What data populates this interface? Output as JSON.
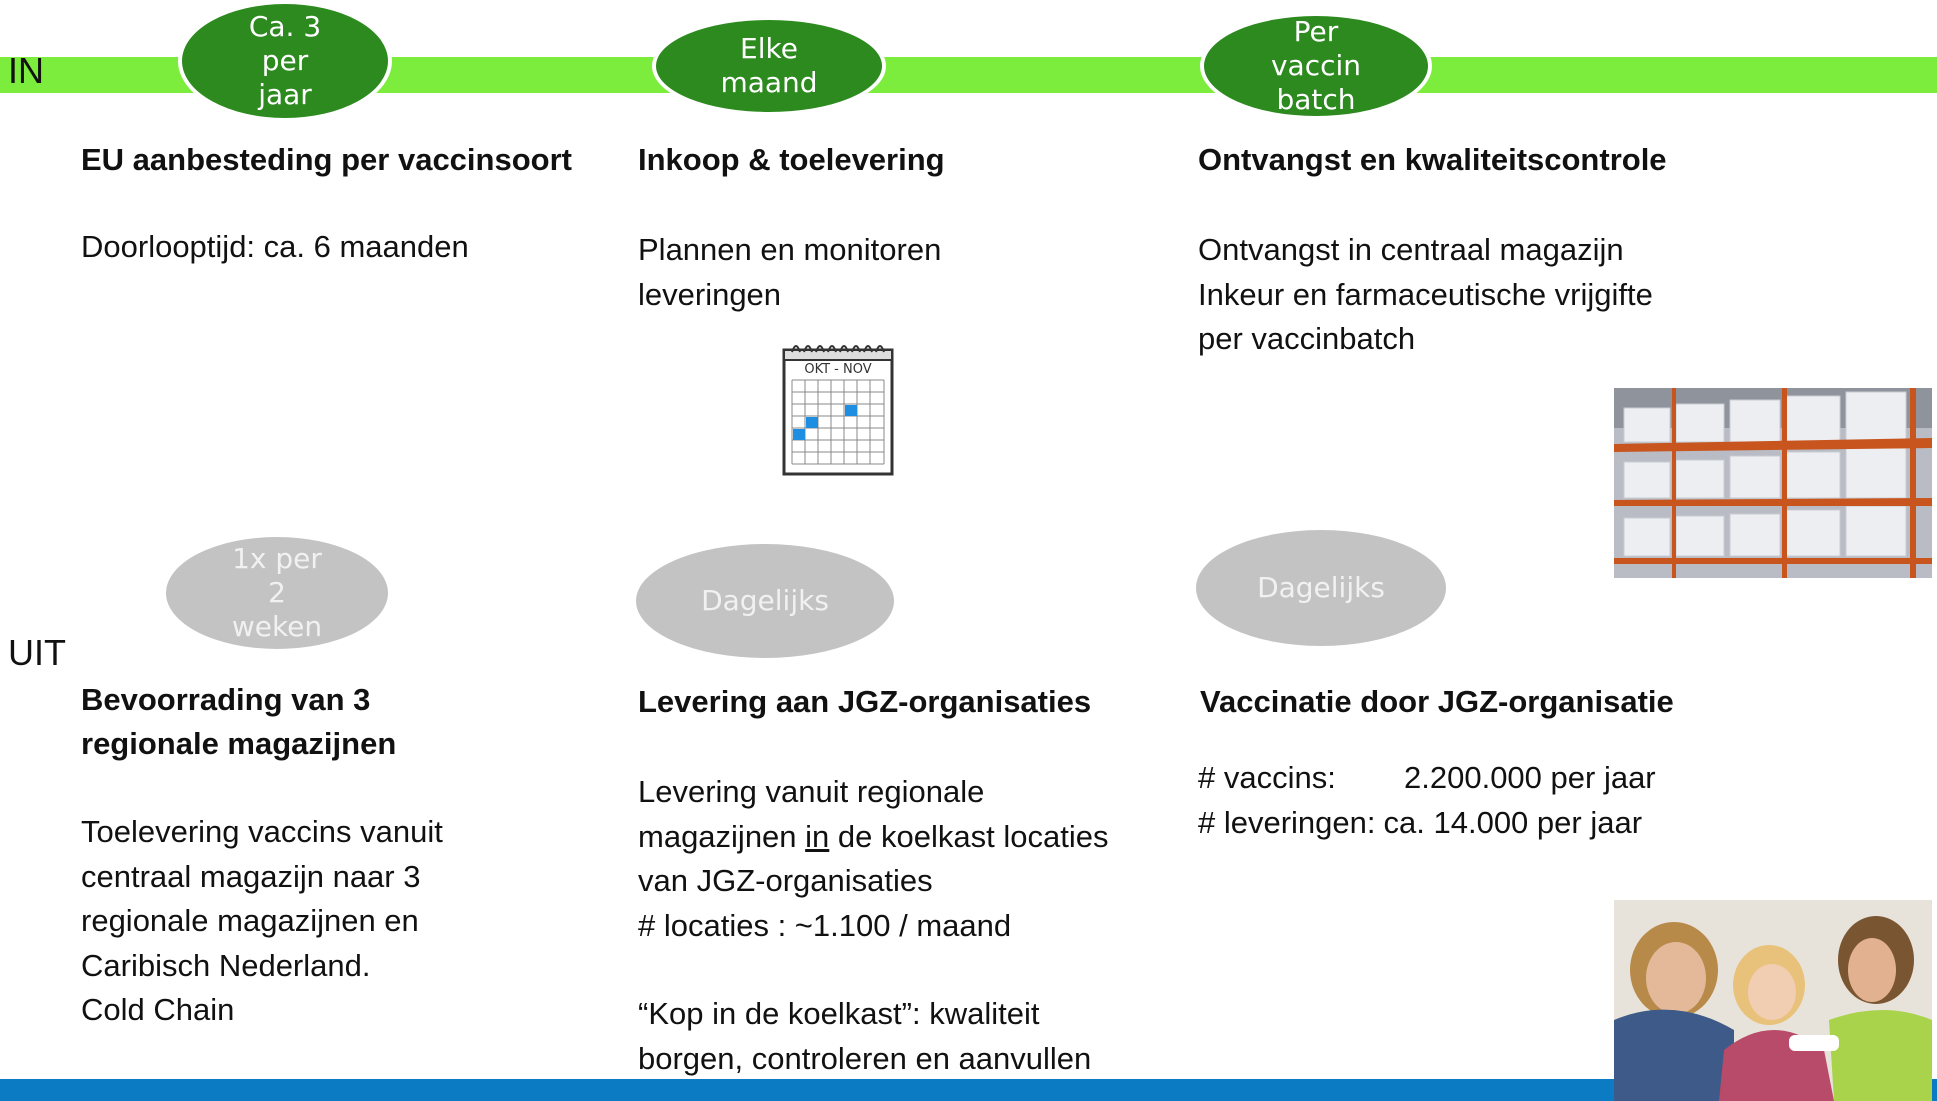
{
  "labels": {
    "in": "IN",
    "uit": "UIT"
  },
  "frequencies_in": [
    {
      "lines": [
        "Ca. 3",
        "per",
        "jaar"
      ]
    },
    {
      "lines": [
        "Elke",
        "maand"
      ]
    },
    {
      "lines": [
        "Per",
        "vaccin",
        "batch"
      ]
    }
  ],
  "frequencies_uit": [
    {
      "lines": [
        "1x per",
        "2",
        "weken"
      ]
    },
    {
      "lines": [
        "Dagelijks"
      ]
    },
    {
      "lines": [
        "Dagelijks"
      ]
    }
  ],
  "in_steps": [
    {
      "title": "EU aanbesteding per vaccinsoort",
      "body": "Doorlooptijd: ca. 6 maanden"
    },
    {
      "title": "Inkoop & toelevering",
      "body": "Plannen en monitoren\nleveringen"
    },
    {
      "title": "Ontvangst en kwaliteitscontrole",
      "body": "Ontvangst in centraal magazijn\nInkeur en farmaceutische vrijgifte\nper vaccinbatch"
    }
  ],
  "uit_steps": [
    {
      "title": "Bevoorrading van 3\nregionale magazijnen",
      "body": "Toelevering vaccins vanuit\ncentraal magazijn naar 3\nregionale magazijnen en\nCaribisch Nederland.\nCold Chain"
    },
    {
      "title": "Levering aan JGZ-organisaties",
      "body_prefix": "Levering vanuit regionale\nmagazijnen ",
      "body_underlined": "in",
      "body_suffix": " de koelkast locaties\nvan JGZ-organisaties\n# locaties : ~1.100 / maand",
      "body2": "“Kop in de koelkast”: kwaliteit\nborgen, controleren en aanvullen"
    },
    {
      "title": "Vaccinatie door JGZ-organisatie",
      "stats": [
        {
          "label": "# vaccins:",
          "value": "2.200.000 per jaar"
        },
        {
          "label": "# leveringen:",
          "value": "ca. 14.000 per jaar"
        }
      ]
    }
  ],
  "calendar": {
    "header": "OKT - NOV"
  },
  "colors": {
    "green_band": "#7ced3d",
    "green_ellipse": "#2d8a1f",
    "grey_ellipse": "#c3c3c3",
    "blue_band": "#0b7bc4",
    "calendar_highlight": "#1e8fe0"
  },
  "images": {
    "warehouse": "warehouse-photo",
    "kids": "vaccination-photo"
  }
}
